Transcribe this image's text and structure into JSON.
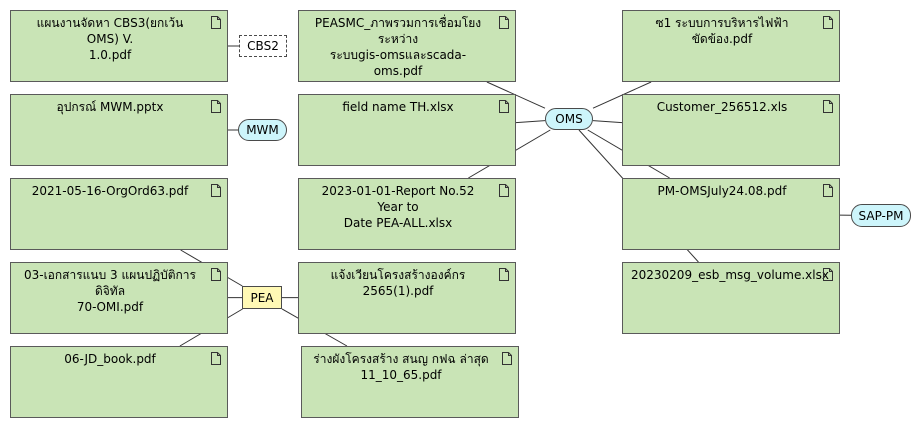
{
  "documents": [
    {
      "id": "doc-cbs3",
      "label": "แผนงานจัดหา CBS3(ยกเว้น OMS) V.\n1.0.pdf",
      "icon": "document-icon"
    },
    {
      "id": "doc-wiring",
      "label": "อุปกรณ์ MWM.pptx",
      "icon": "document-icon"
    },
    {
      "id": "doc-orgord",
      "label": "2021-05-16-OrgOrd63.pdf",
      "icon": "document-icon"
    },
    {
      "id": "doc-omi",
      "label": "03-เอกสารแนบ 3 แผนปฏิบัติการดิจิทัล\n70-OMI.pdf",
      "icon": "document-icon"
    },
    {
      "id": "doc-jdbook",
      "label": "06-JD_book.pdf",
      "icon": "document-icon"
    },
    {
      "id": "doc-peasmc",
      "label": "PEASMC_ภาพรวมการเชื่อมโยงระหว่าง\nระบบgis-omsและscada-oms.pdf",
      "icon": "document-icon"
    },
    {
      "id": "doc-fieldname",
      "label": "field name TH.xlsx",
      "icon": "document-icon"
    },
    {
      "id": "doc-report52",
      "label": "2023-01-01-Report No.52 Year to\nDate PEA-ALL.xlsx",
      "icon": "document-icon"
    },
    {
      "id": "doc-structure",
      "label": "แจ้งเวียนโครงสร้างองค์กร 2565(1).pdf",
      "icon": "document-icon"
    },
    {
      "id": "doc-draft",
      "label": "ร่างผังโครงสร้าง สนญ กฟฉ ล่าสุด\n11_10_65.pdf",
      "icon": "document-icon"
    },
    {
      "id": "doc-s1",
      "label": "ซ1 ระบบการบริหารไฟฟ้าขัดข้อง.pdf",
      "icon": "document-icon"
    },
    {
      "id": "doc-customer",
      "label": "Customer_256512.xls",
      "icon": "document-icon"
    },
    {
      "id": "doc-pmoms",
      "label": "PM-OMSJuly24.08.pdf",
      "icon": "document-icon"
    },
    {
      "id": "doc-esb",
      "label": "20230209_esb_msg_volume.xlsx",
      "icon": "document-icon"
    }
  ],
  "hubs": [
    {
      "id": "hub-cbs2",
      "label": "CBS2",
      "style": "dashed"
    },
    {
      "id": "hub-mwm",
      "label": "MWM",
      "style": "cyan"
    },
    {
      "id": "hub-pea",
      "label": "PEA",
      "style": "yellow"
    },
    {
      "id": "hub-oms",
      "label": "OMS",
      "style": "cyan"
    },
    {
      "id": "hub-sappm",
      "label": "SAP-PM",
      "style": "cyan"
    }
  ],
  "links": [
    [
      "doc-cbs3",
      "hub-cbs2"
    ],
    [
      "doc-wiring",
      "hub-mwm"
    ],
    [
      "doc-orgord",
      "hub-pea"
    ],
    [
      "doc-omi",
      "hub-pea"
    ],
    [
      "doc-jdbook",
      "hub-pea"
    ],
    [
      "doc-structure",
      "hub-pea"
    ],
    [
      "doc-draft",
      "hub-pea"
    ],
    [
      "doc-peasmc",
      "hub-oms"
    ],
    [
      "doc-fieldname",
      "hub-oms"
    ],
    [
      "doc-report52",
      "hub-oms"
    ],
    [
      "doc-s1",
      "hub-oms"
    ],
    [
      "doc-customer",
      "hub-oms"
    ],
    [
      "doc-pmoms",
      "hub-oms"
    ],
    [
      "doc-esb",
      "hub-oms"
    ],
    [
      "doc-pmoms",
      "hub-sappm"
    ]
  ],
  "colors": {
    "document_fill": "#c9e4b6",
    "hub_cyan": "#cdf5fb",
    "hub_yellow": "#fff9b5",
    "line": "#333333"
  }
}
